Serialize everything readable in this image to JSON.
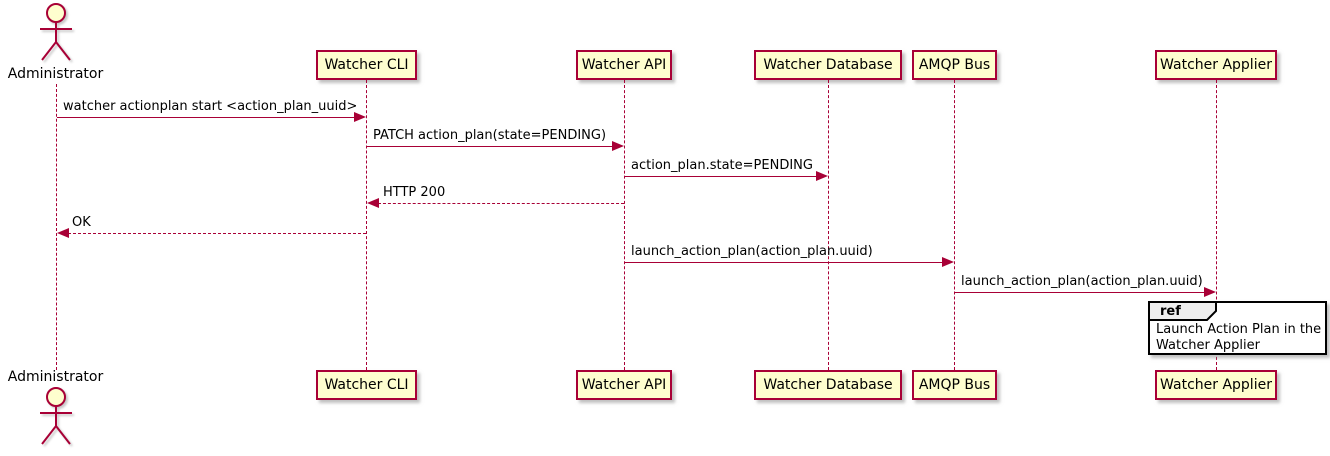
{
  "diagram": {
    "type": "uml-sequence",
    "colors": {
      "participant_fill": "#FEFECE",
      "participant_border": "#A80036",
      "lifeline": "#A80036",
      "arrow": "#A80036",
      "text": "#000000",
      "ref_tab_fill": "#EEEEEE",
      "ref_border": "#000000",
      "ref_body_fill": "#FFFFFF"
    },
    "actor": {
      "name": "Administrator"
    },
    "participants": [
      {
        "name": "Watcher CLI"
      },
      {
        "name": "Watcher API"
      },
      {
        "name": "Watcher Database"
      },
      {
        "name": "AMQP Bus"
      },
      {
        "name": "Watcher Applier"
      }
    ],
    "messages": [
      {
        "from": "Administrator",
        "to": "Watcher CLI",
        "style": "solid",
        "label": "watcher actionplan start <action_plan_uuid>"
      },
      {
        "from": "Watcher CLI",
        "to": "Watcher API",
        "style": "solid",
        "label": "PATCH action_plan(state=PENDING)"
      },
      {
        "from": "Watcher API",
        "to": "Watcher Database",
        "style": "solid",
        "label": "action_plan.state=PENDING"
      },
      {
        "from": "Watcher API",
        "to": "Watcher CLI",
        "style": "dashed",
        "label": "HTTP 200"
      },
      {
        "from": "Watcher CLI",
        "to": "Administrator",
        "style": "dashed",
        "label": "OK"
      },
      {
        "from": "Watcher API",
        "to": "AMQP Bus",
        "style": "solid",
        "label": "launch_action_plan(action_plan.uuid)"
      },
      {
        "from": "AMQP Bus",
        "to": "Watcher Applier",
        "style": "solid",
        "label": "launch_action_plan(action_plan.uuid)"
      }
    ],
    "ref": {
      "keyword": "ref",
      "over": "Watcher Applier",
      "line1": "Launch Action Plan in the",
      "line2": "Watcher Applier"
    }
  }
}
